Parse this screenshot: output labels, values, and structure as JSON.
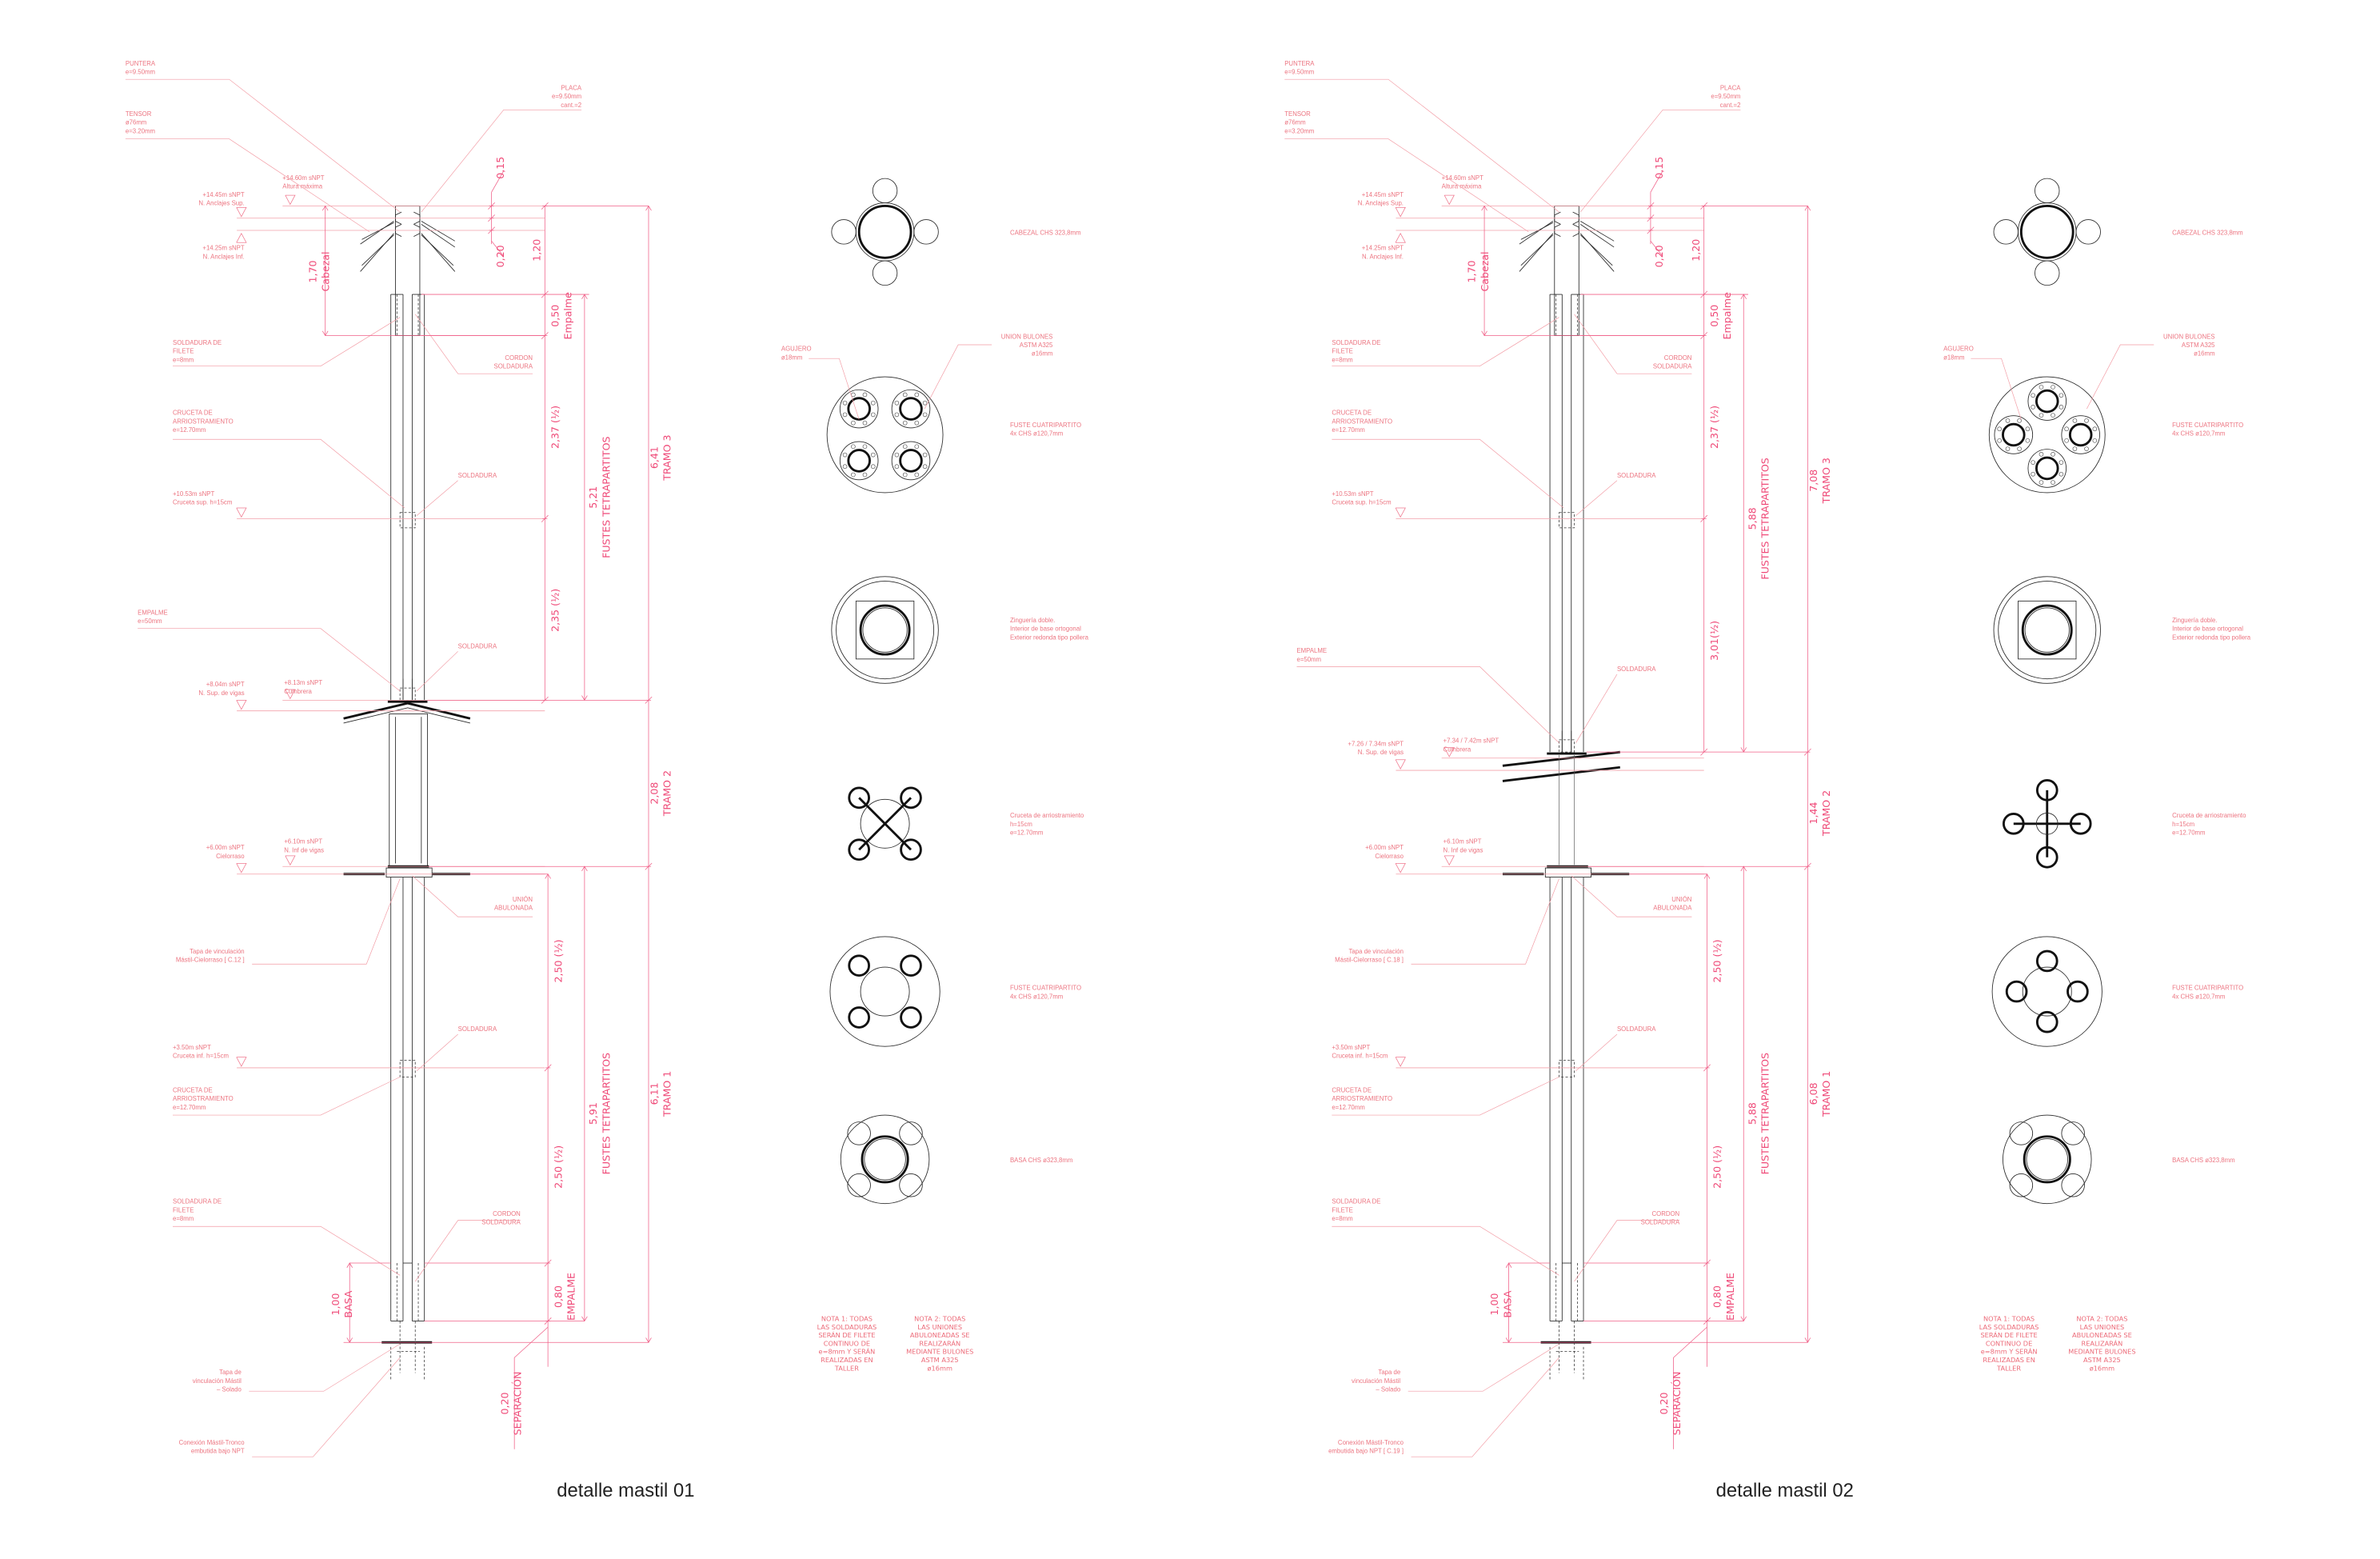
{
  "masts": [
    {
      "title": "detalle mastil 01",
      "labels": {
        "puntera": [
          "PUNTERA",
          "e=9.50mm"
        ],
        "placa": [
          "PLACA",
          "e=9.50mm",
          "cant.=2"
        ],
        "tensor": [
          "TENSOR",
          "ø76mm",
          "e=3.20mm"
        ],
        "level_max": [
          "+14.60m sNPT",
          "Altura máxima"
        ],
        "level_anc_sup": [
          "+14.45m sNPT",
          "N. Anclajes Sup."
        ],
        "level_anc_inf": [
          "+14.25m sNPT",
          "N. Anclajes Inf."
        ],
        "filete_top": [
          "SOLDADURA DE",
          "FILETE",
          "e=8mm"
        ],
        "cordon_top": [
          "CORDON",
          "SOLDADURA"
        ],
        "cruceta_sup": [
          "CRUCETA DE",
          "ARRIOSTRAMIENTO",
          "e=12.70mm"
        ],
        "level_cruceta_sup": [
          "+10.53m sNPT",
          "Cruceta sup. h=15cm"
        ],
        "soldadura_1": [
          "SOLDADURA"
        ],
        "empalme": [
          "EMPALME",
          "e=50mm"
        ],
        "soldadura_2": [
          "SOLDADURA"
        ],
        "level_vigas_sup": [
          "+8.04m sNPT",
          "N. Sup. de vigas"
        ],
        "level_cumbrera": [
          "+8.13m sNPT",
          "Cumbrera"
        ],
        "level_vigas_inf": [
          "+6.10m sNPT",
          "N. Inf de vigas"
        ],
        "level_cielorraso": [
          "+6.00m sNPT",
          "Cielorraso"
        ],
        "union": [
          "UNIÓN",
          "ABULONADA"
        ],
        "tapa_cielorraso": [
          "Tapa de vinculación",
          "Mástil-Cielorraso [ C.12 ]"
        ],
        "soldadura_3": [
          "SOLDADURA"
        ],
        "level_cruceta_inf": [
          "+3.50m sNPT",
          "Cruceta inf. h=15cm"
        ],
        "cruceta_inf": [
          "CRUCETA DE",
          "ARRIOSTRAMIENTO",
          "e=12.70mm"
        ],
        "filete_bot": [
          "SOLDADURA DE",
          "FILETE",
          "e=8mm"
        ],
        "cordon_bot": [
          "CORDON",
          "SOLDADURA"
        ],
        "tapa_solado": [
          "Tapa de",
          "vinculación Mástil",
          "– Solado"
        ],
        "conexion": [
          "Conexión Mástil-Tronco",
          "embutida bajo NPT"
        ]
      },
      "dims": {
        "d015": [
          "0,15"
        ],
        "d020": [
          "0,20"
        ],
        "d120": [
          "1,20"
        ],
        "cabezal": [
          "1,70",
          "Cabezal"
        ],
        "empalme_top": [
          "0,50",
          "Empalme"
        ],
        "t3a": [
          "2,37 (½)"
        ],
        "t3b": [
          "2,35 (½)"
        ],
        "fustes_top": [
          "5,21",
          "FUSTES TETRAPARTITOS"
        ],
        "tramo3": [
          "6,41",
          "TRAMO 3"
        ],
        "tramo2": [
          "2,08",
          "TRAMO 2"
        ],
        "t1a": [
          "2,50 (½)"
        ],
        "t1b": [
          "2,50 (½)"
        ],
        "fustes_bot": [
          "5,91",
          "FUSTES TETRAPARTITOS"
        ],
        "tramo1": [
          "6,11",
          "TRAMO 1"
        ],
        "basa": [
          "1,00",
          "BASA"
        ],
        "empalme_bot": [
          "0,80",
          "EMPALME"
        ],
        "separacion": [
          "0,20",
          "SEPARACIÓN"
        ]
      }
    },
    {
      "title": "detalle mastil 02",
      "labels": {
        "puntera": [
          "PUNTERA",
          "e=9.50mm"
        ],
        "placa": [
          "PLACA",
          "e=9.50mm",
          "cant.=2"
        ],
        "tensor": [
          "TENSOR",
          "ø76mm",
          "e=3.20mm"
        ],
        "level_max": [
          "+14.60m sNPT",
          "Altura máxima"
        ],
        "level_anc_sup": [
          "+14.45m sNPT",
          "N. Anclajes Sup."
        ],
        "level_anc_inf": [
          "+14.25m sNPT",
          "N. Anclajes Inf."
        ],
        "filete_top": [
          "SOLDADURA DE",
          "FILETE",
          "e=8mm"
        ],
        "cordon_top": [
          "CORDON",
          "SOLDADURA"
        ],
        "cruceta_sup": [
          "CRUCETA DE",
          "ARRIOSTRAMIENTO",
          "e=12.70mm"
        ],
        "level_cruceta_sup": [
          "+10.53m sNPT",
          "Cruceta sup. h=15cm"
        ],
        "soldadura_1": [
          "SOLDADURA"
        ],
        "empalme": [
          "EMPALME",
          "e=50mm"
        ],
        "soldadura_2": [
          "SOLDADURA"
        ],
        "level_vigas_sup": [
          "+7.26 / 7.34m sNPT",
          "N. Sup. de vigas"
        ],
        "level_cumbrera": [
          "+7.34 / 7.42m sNPT",
          "Cumbrera"
        ],
        "level_vigas_inf": [
          "+6.10m sNPT",
          "N. Inf de vigas"
        ],
        "level_cielorraso": [
          "+6.00m sNPT",
          "Cielorraso"
        ],
        "union": [
          "UNIÓN",
          "ABULONADA"
        ],
        "tapa_cielorraso": [
          "Tapa de vinculación",
          "Mástil-Cielorraso [ C.18 ]"
        ],
        "soldadura_3": [
          "SOLDADURA"
        ],
        "level_cruceta_inf": [
          "+3.50m sNPT",
          "Cruceta inf. h=15cm"
        ],
        "cruceta_inf": [
          "CRUCETA DE",
          "ARRIOSTRAMIENTO",
          "e=12.70mm"
        ],
        "filete_bot": [
          "SOLDADURA DE",
          "FILETE",
          "e=8mm"
        ],
        "cordon_bot": [
          "CORDON",
          "SOLDADURA"
        ],
        "tapa_solado": [
          "Tapa de",
          "vinculación Mástil",
          "– Solado"
        ],
        "conexion": [
          "Conexión Mástil-Tronco",
          "embutida bajo NPT  [ C.19 ]"
        ]
      },
      "dims": {
        "d015": [
          "0,15"
        ],
        "d020": [
          "0,20"
        ],
        "d120": [
          "1,20"
        ],
        "cabezal": [
          "1,70",
          "Cabezal"
        ],
        "empalme_top": [
          "0,50",
          "Empalme"
        ],
        "t3a": [
          "2,37 (½)"
        ],
        "t3b": [
          "3,01(½)"
        ],
        "fustes_top": [
          "5,88",
          "FUSTES TETRAPARTITOS"
        ],
        "tramo3": [
          "7,08",
          "TRAMO 3"
        ],
        "tramo2": [
          "1,44",
          "TRAMO 2"
        ],
        "t1a": [
          "2,50 (½)"
        ],
        "t1b": [
          "2,50 (½)"
        ],
        "fustes_bot": [
          "5,88",
          "FUSTES TETRAPARTITOS"
        ],
        "tramo1": [
          "6,08",
          "TRAMO 1"
        ],
        "basa": [
          "1,00",
          "BASA"
        ],
        "empalme_bot": [
          "0,80",
          "EMPALME"
        ],
        "separacion": [
          "0,20",
          "SEPARACIÓN"
        ]
      }
    }
  ],
  "sections": {
    "cabezal": [
      "CABEZAL CHS 323,8mm"
    ],
    "agujero": [
      "AGUJERO",
      "ø18mm"
    ],
    "union_bulones": [
      "UNION BULONES",
      "ASTM A325",
      "ø16mm"
    ],
    "fuste_sup": [
      "FUSTE CUATRIPARTITO",
      "4x CHS ø120,7mm"
    ],
    "zingueria": [
      "Zinguería doble.",
      " Interior de base ortogonal",
      " Exterior redonda tipo pollera"
    ],
    "cruceta": [
      "Cruceta de arriostramiento",
      "h=15cm",
      "e=12.70mm"
    ],
    "fuste_inf": [
      "FUSTE CUATRIPARTITO",
      "4x CHS ø120,7mm"
    ],
    "basa": [
      "BASA CHS ø323,8mm"
    ]
  },
  "notes": {
    "nota1": [
      "NOTA 1: TODAS",
      "LAS SOLDADURAS",
      "SERÁN DE FILETE",
      "CONTINUO DE",
      "e=8mm Y SERÁN",
      "REALIZADAS EN",
      "TALLER"
    ],
    "nota2": [
      "NOTA 2: TODAS",
      "LAS UNIONES",
      "ABULONEADAS SE",
      "REALIZARÁN",
      "MEDIANTE BULONES",
      "ASTM A325",
      "ø16mm"
    ]
  }
}
